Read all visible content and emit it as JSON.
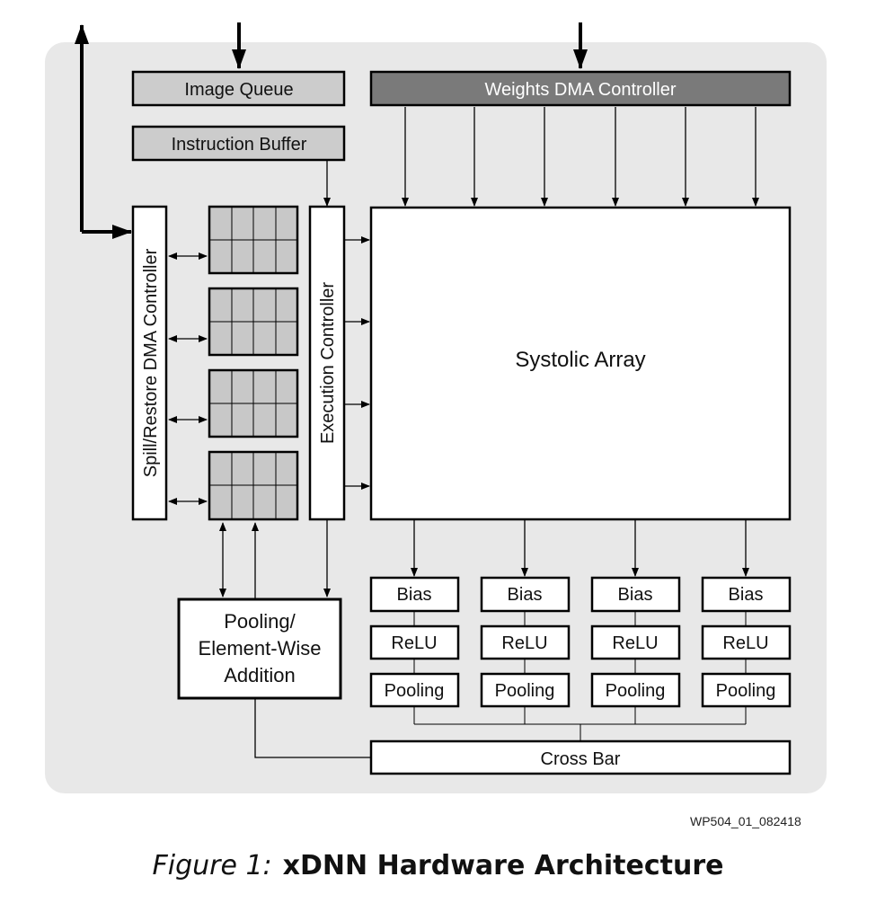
{
  "blocks": {
    "image_queue": "Image Queue",
    "weights_dma": "Weights DMA Controller",
    "instruction_buffer": "Instruction Buffer",
    "spill_restore": "Spill/Restore DMA Controller",
    "execution_controller": "Execution Controller",
    "systolic_array": "Systolic Array",
    "pooling_ew_line1": "Pooling/",
    "pooling_ew_line2": "Element-Wise",
    "pooling_ew_line3": "Addition",
    "cross_bar": "Cross Bar",
    "bias": "Bias",
    "relu": "ReLU",
    "pooling": "Pooling"
  },
  "colors": {
    "background_panel": "#e8e8e8",
    "light_block": "#cccccc",
    "weights_block": "#7a7a7a",
    "buffer_cell": "#c8c8c8"
  },
  "figure_code": "WP504_01_082418",
  "caption": {
    "label": "Figure 1:",
    "title": "xDNN Hardware Architecture"
  }
}
